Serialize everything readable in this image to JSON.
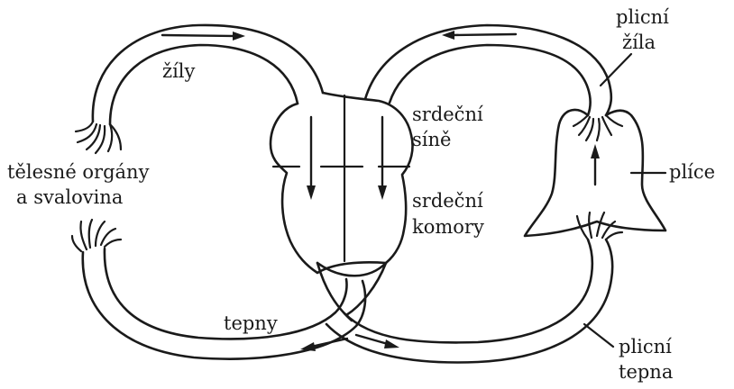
{
  "labels": {
    "veins": "žíly",
    "arteries": "tepny",
    "organs_line1": "tělesné orgány",
    "organs_line2": "a svalovina",
    "atria_line1": "srdeční",
    "atria_line2": "síně",
    "ventricles_line1": "srdeční",
    "ventricles_line2": "komory",
    "pulmonary_vein_line1": "plicní",
    "pulmonary_vein_line2": "žíla",
    "lungs": "plíce",
    "pulmonary_artery_line1": "plicní",
    "pulmonary_artery_line2": "tepna"
  },
  "colors": {
    "ink": "#1a1a1a",
    "background": "#ffffff"
  }
}
